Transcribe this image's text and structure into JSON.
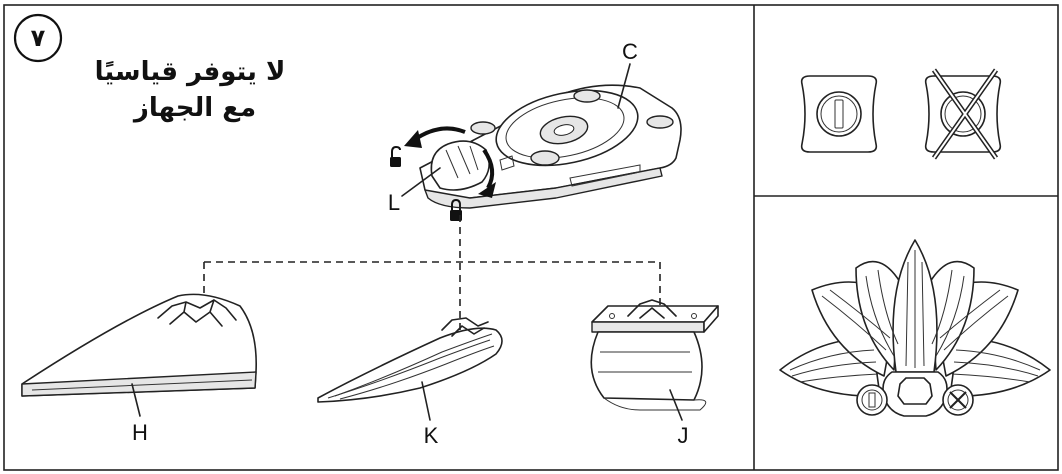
{
  "step_number": "٧",
  "note": {
    "line1": "لا يتوفر قياسيًا",
    "line2": "مع الجهاز"
  },
  "labels": {
    "base": "C",
    "lever": "L",
    "pad_triangle": "H",
    "pad_narrow": "K",
    "pad_cylinder": "J"
  },
  "icons": {
    "unlock": "unlock-icon",
    "lock": "lock-icon",
    "correct_mount": "correct-mount-icon",
    "wrong_mount": "wrong-mount-icon",
    "assembly": "pad-assembly-illustration"
  }
}
